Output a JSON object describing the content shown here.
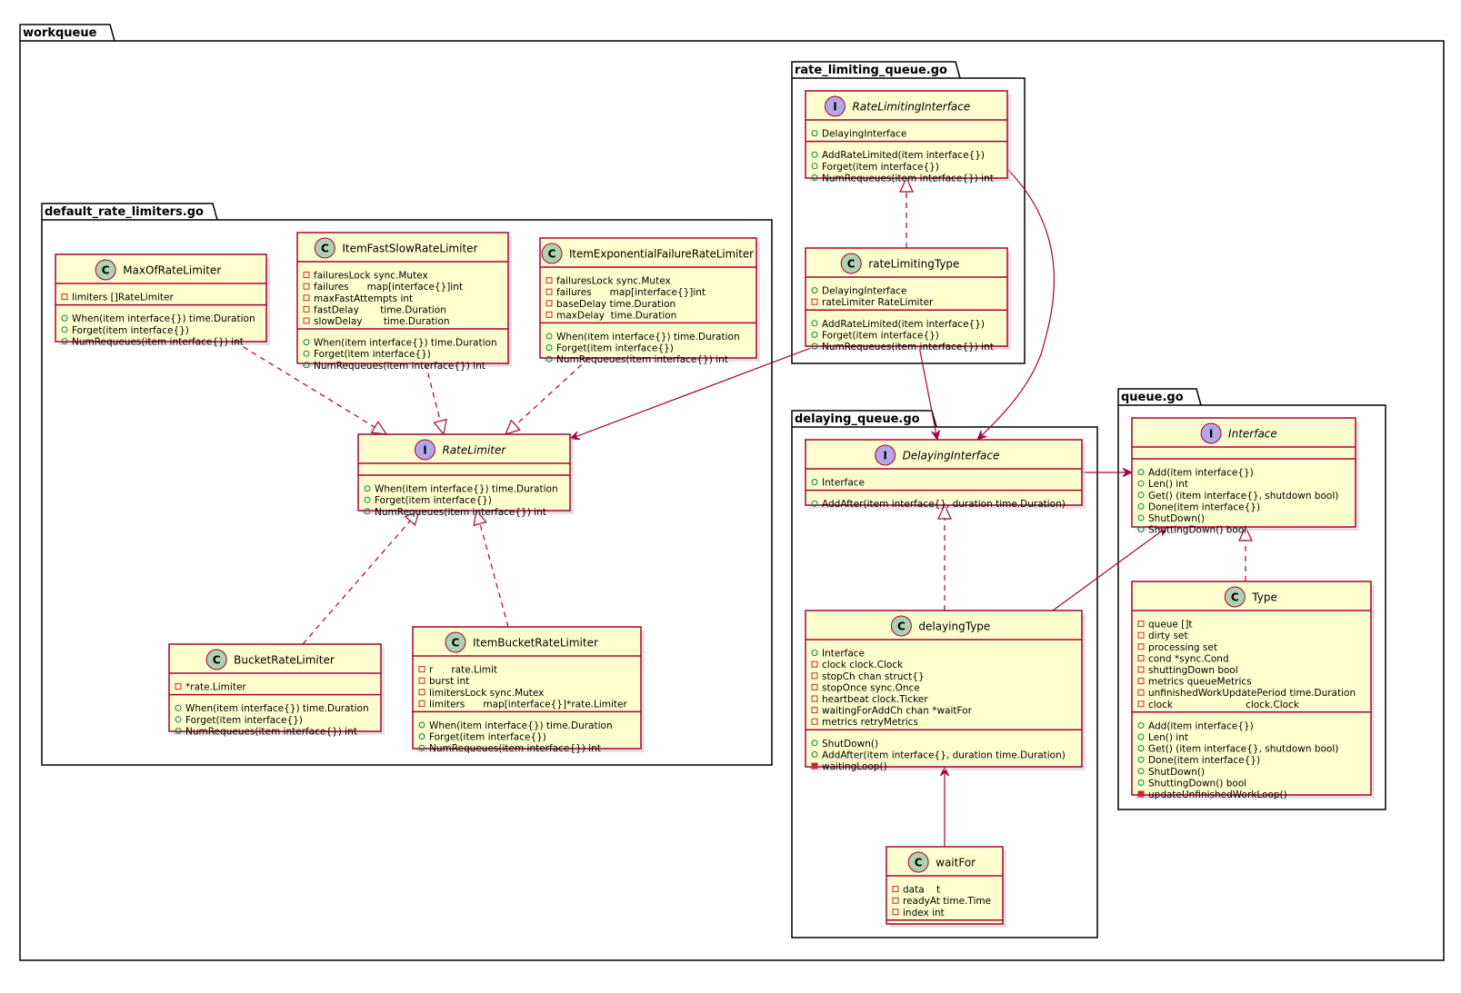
{
  "packages": [
    {
      "id": "workqueue",
      "label": "workqueue"
    },
    {
      "id": "default_rate_limiters",
      "label": "default_rate_limiters.go"
    },
    {
      "id": "rate_limiting_queue",
      "label": "rate_limiting_queue.go"
    },
    {
      "id": "delaying_queue",
      "label": "delaying_queue.go"
    },
    {
      "id": "queue",
      "label": "queue.go"
    }
  ],
  "classes": [
    {
      "id": "MaxOfRateLimiter",
      "kind": "class",
      "name": "MaxOfRateLimiter",
      "fields": [
        {
          "vis": "private",
          "text": "limiters []RateLimiter"
        }
      ],
      "methods": [
        {
          "vis": "public",
          "text": "When(item interface{}) time.Duration"
        },
        {
          "vis": "public",
          "text": "Forget(item interface{})"
        },
        {
          "vis": "public",
          "text": "NumRequeues(item interface{}) int"
        }
      ]
    },
    {
      "id": "ItemFastSlowRateLimiter",
      "kind": "class",
      "name": "ItemFastSlowRateLimiter",
      "fields": [
        {
          "vis": "private",
          "text": "failuresLock sync.Mutex"
        },
        {
          "vis": "private",
          "text": "failures      map[interface{}]int"
        },
        {
          "vis": "private",
          "text": "maxFastAttempts int"
        },
        {
          "vis": "private",
          "text": "fastDelay       time.Duration"
        },
        {
          "vis": "private",
          "text": "slowDelay       time.Duration"
        }
      ],
      "methods": [
        {
          "vis": "public",
          "text": "When(item interface{}) time.Duration"
        },
        {
          "vis": "public",
          "text": "Forget(item interface{})"
        },
        {
          "vis": "public",
          "text": "NumRequeues(item interface{}) int"
        }
      ]
    },
    {
      "id": "ItemExponentialFailureRateLimiter",
      "kind": "class",
      "name": "ItemExponentialFailureRateLimiter",
      "fields": [
        {
          "vis": "private",
          "text": "failuresLock sync.Mutex"
        },
        {
          "vis": "private",
          "text": "failures      map[interface{}]int"
        },
        {
          "vis": "private",
          "text": "baseDelay time.Duration"
        },
        {
          "vis": "private",
          "text": "maxDelay  time.Duration"
        }
      ],
      "methods": [
        {
          "vis": "public",
          "text": "When(item interface{}) time.Duration"
        },
        {
          "vis": "public",
          "text": "Forget(item interface{})"
        },
        {
          "vis": "public",
          "text": "NumRequeues(item interface{}) int"
        }
      ]
    },
    {
      "id": "RateLimiter",
      "kind": "interface",
      "name": "RateLimiter",
      "fields": [],
      "methods": [
        {
          "vis": "public",
          "text": "When(item interface{}) time.Duration"
        },
        {
          "vis": "public",
          "text": "Forget(item interface{})"
        },
        {
          "vis": "public",
          "text": "NumRequeues(item interface{}) int"
        }
      ]
    },
    {
      "id": "BucketRateLimiter",
      "kind": "class",
      "name": "BucketRateLimiter",
      "fields": [
        {
          "vis": "private",
          "text": "*rate.Limiter"
        }
      ],
      "methods": [
        {
          "vis": "public",
          "text": "When(item interface{}) time.Duration"
        },
        {
          "vis": "public",
          "text": "Forget(item interface{})"
        },
        {
          "vis": "public",
          "text": "NumRequeues(item interface{}) int"
        }
      ]
    },
    {
      "id": "ItemBucketRateLimiter",
      "kind": "class",
      "name": "ItemBucketRateLimiter",
      "fields": [
        {
          "vis": "private",
          "text": "r      rate.Limit"
        },
        {
          "vis": "private",
          "text": "burst int"
        },
        {
          "vis": "private",
          "text": "limitersLock sync.Mutex"
        },
        {
          "vis": "private",
          "text": "limiters      map[interface{}]*rate.Limiter"
        }
      ],
      "methods": [
        {
          "vis": "public",
          "text": "When(item interface{}) time.Duration"
        },
        {
          "vis": "public",
          "text": "Forget(item interface{})"
        },
        {
          "vis": "public",
          "text": "NumRequeues(item interface{}) int"
        }
      ]
    },
    {
      "id": "RateLimitingInterface",
      "kind": "interface",
      "name": "RateLimitingInterface",
      "fields": [
        {
          "vis": "public",
          "text": "DelayingInterface"
        }
      ],
      "methods": [
        {
          "vis": "public",
          "text": "AddRateLimited(item interface{})"
        },
        {
          "vis": "public",
          "text": "Forget(item interface{})"
        },
        {
          "vis": "public",
          "text": "NumRequeues(item interface{}) int"
        }
      ]
    },
    {
      "id": "rateLimitingType",
      "kind": "class",
      "name": "rateLimitingType",
      "fields": [
        {
          "vis": "public",
          "text": "DelayingInterface"
        },
        {
          "vis": "private",
          "text": "rateLimiter RateLimiter"
        }
      ],
      "methods": [
        {
          "vis": "public",
          "text": "AddRateLimited(item interface{})"
        },
        {
          "vis": "public",
          "text": "Forget(item interface{})"
        },
        {
          "vis": "public",
          "text": "NumRequeues(item interface{}) int"
        }
      ]
    },
    {
      "id": "DelayingInterface",
      "kind": "interface",
      "name": "DelayingInterface",
      "fields": [
        {
          "vis": "public",
          "text": "Interface"
        }
      ],
      "methods": [
        {
          "vis": "public",
          "text": "AddAfter(item interface{}, duration time.Duration)"
        }
      ]
    },
    {
      "id": "delayingType",
      "kind": "class",
      "name": "delayingType",
      "fields": [
        {
          "vis": "public",
          "text": "Interface"
        },
        {
          "vis": "private",
          "text": "clock clock.Clock"
        },
        {
          "vis": "private",
          "text": "stopCh chan struct{}"
        },
        {
          "vis": "private",
          "text": "stopOnce sync.Once"
        },
        {
          "vis": "private",
          "text": "heartbeat clock.Ticker"
        },
        {
          "vis": "private",
          "text": "waitingForAddCh chan *waitFor"
        },
        {
          "vis": "private",
          "text": "metrics retryMetrics"
        }
      ],
      "methods": [
        {
          "vis": "public",
          "text": "ShutDown()"
        },
        {
          "vis": "public",
          "text": "AddAfter(item interface{}, duration time.Duration)"
        },
        {
          "vis": "private-method",
          "text": "waitingLoop()"
        }
      ]
    },
    {
      "id": "waitFor",
      "kind": "class",
      "name": "waitFor",
      "fields": [
        {
          "vis": "private",
          "text": "data    t"
        },
        {
          "vis": "private",
          "text": "readyAt time.Time"
        },
        {
          "vis": "private",
          "text": "index int"
        }
      ],
      "methods": []
    },
    {
      "id": "Interface",
      "kind": "interface",
      "name": "Interface",
      "fields": [],
      "methods": [
        {
          "vis": "public",
          "text": "Add(item interface{})"
        },
        {
          "vis": "public",
          "text": "Len() int"
        },
        {
          "vis": "public",
          "text": "Get() (item interface{}, shutdown bool)"
        },
        {
          "vis": "public",
          "text": "Done(item interface{})"
        },
        {
          "vis": "public",
          "text": "ShutDown()"
        },
        {
          "vis": "public",
          "text": "ShuttingDown() bool"
        }
      ]
    },
    {
      "id": "Type",
      "kind": "class",
      "name": "Type",
      "fields": [
        {
          "vis": "private",
          "text": "queue []t"
        },
        {
          "vis": "private",
          "text": "dirty set"
        },
        {
          "vis": "private",
          "text": "processing set"
        },
        {
          "vis": "private",
          "text": "cond *sync.Cond"
        },
        {
          "vis": "private",
          "text": "shuttingDown bool"
        },
        {
          "vis": "private",
          "text": "metrics queueMetrics"
        },
        {
          "vis": "private",
          "text": "unfinishedWorkUpdatePeriod time.Duration"
        },
        {
          "vis": "private",
          "text": "clock                        clock.Clock"
        }
      ],
      "methods": [
        {
          "vis": "public",
          "text": "Add(item interface{})"
        },
        {
          "vis": "public",
          "text": "Len() int"
        },
        {
          "vis": "public",
          "text": "Get() (item interface{}, shutdown bool)"
        },
        {
          "vis": "public",
          "text": "Done(item interface{})"
        },
        {
          "vis": "public",
          "text": "ShutDown()"
        },
        {
          "vis": "public",
          "text": "ShuttingDown() bool"
        },
        {
          "vis": "private-method",
          "text": "updateUnfinishedWorkLoop()"
        }
      ]
    }
  ],
  "relations": [
    {
      "from": "MaxOfRateLimiter",
      "to": "RateLimiter",
      "type": "realization"
    },
    {
      "from": "ItemFastSlowRateLimiter",
      "to": "RateLimiter",
      "type": "realization"
    },
    {
      "from": "ItemExponentialFailureRateLimiter",
      "to": "RateLimiter",
      "type": "realization"
    },
    {
      "from": "BucketRateLimiter",
      "to": "RateLimiter",
      "type": "realization"
    },
    {
      "from": "ItemBucketRateLimiter",
      "to": "RateLimiter",
      "type": "realization"
    },
    {
      "from": "rateLimitingType",
      "to": "RateLimitingInterface",
      "type": "realization"
    },
    {
      "from": "rateLimitingType",
      "to": "RateLimiter",
      "type": "association"
    },
    {
      "from": "rateLimitingType",
      "to": "DelayingInterface",
      "type": "association"
    },
    {
      "from": "RateLimitingInterface",
      "to": "DelayingInterface",
      "type": "association"
    },
    {
      "from": "delayingType",
      "to": "DelayingInterface",
      "type": "realization"
    },
    {
      "from": "DelayingInterface",
      "to": "Interface",
      "type": "association"
    },
    {
      "from": "delayingType",
      "to": "Interface",
      "type": "association"
    },
    {
      "from": "waitFor",
      "to": "delayingType",
      "type": "association"
    },
    {
      "from": "Type",
      "to": "Interface",
      "type": "realization"
    }
  ]
}
